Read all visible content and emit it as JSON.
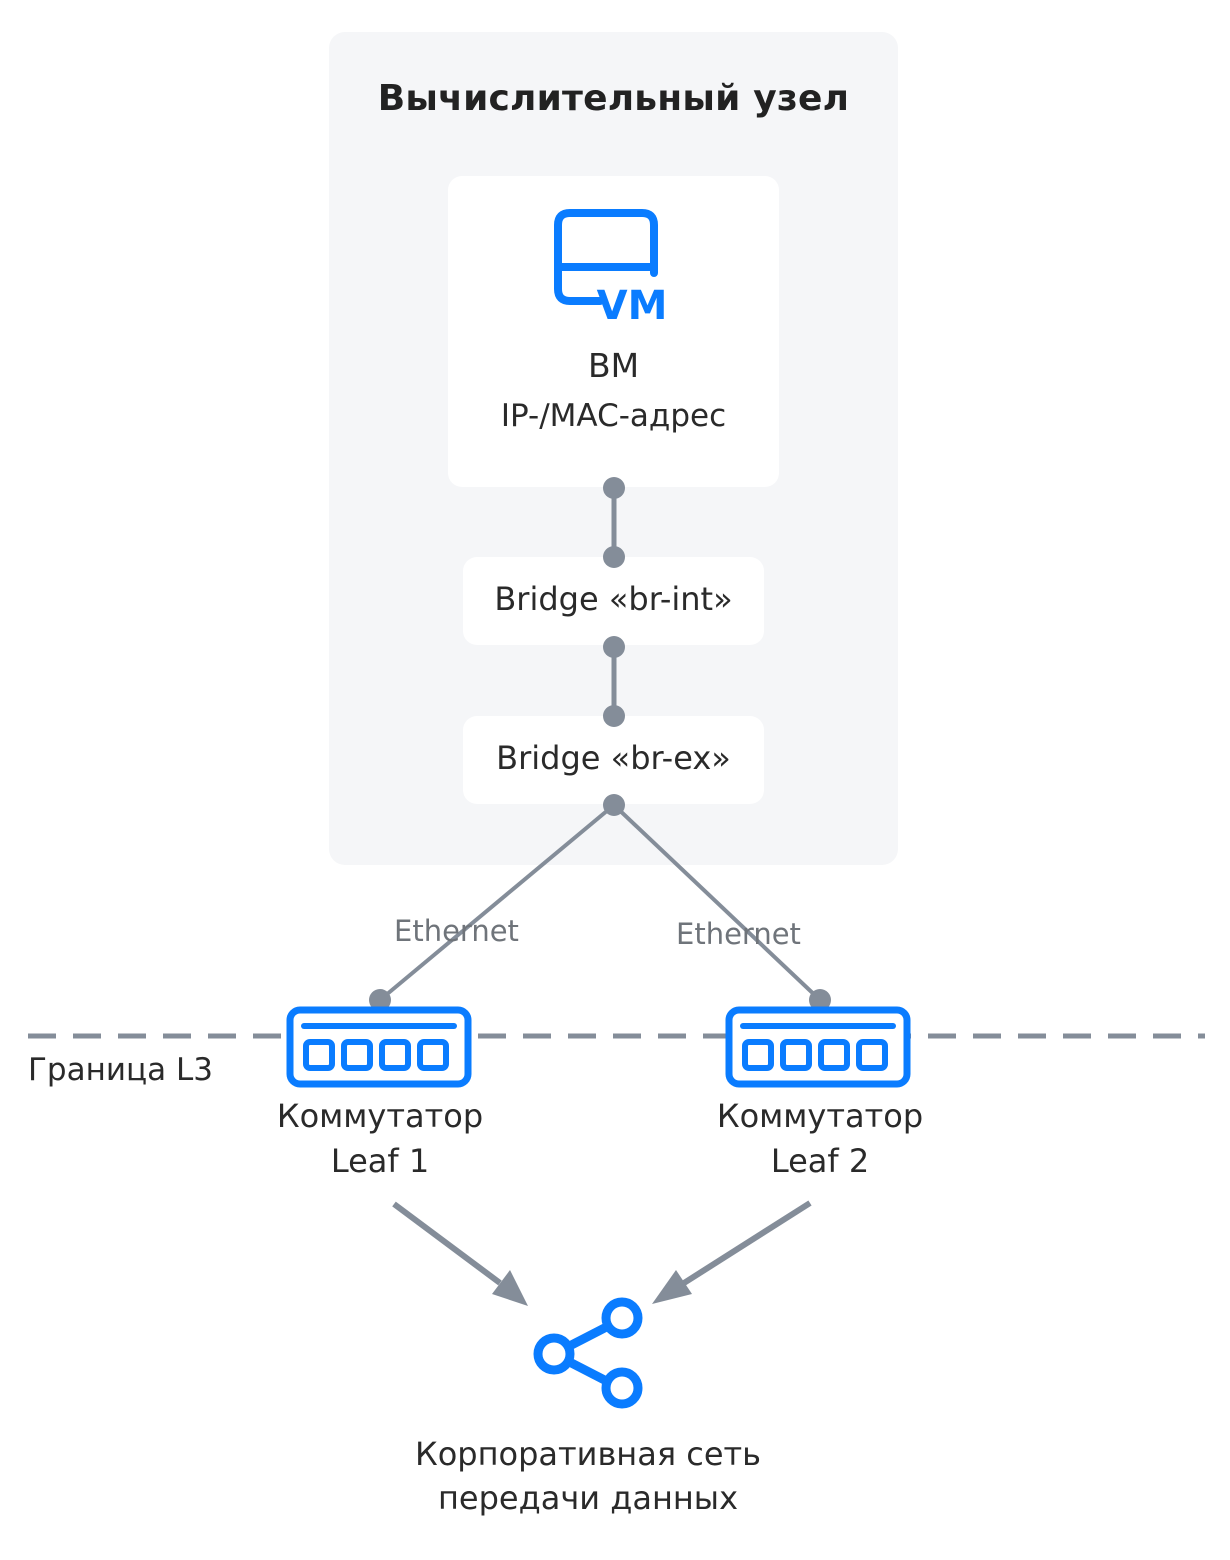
{
  "compute_node": {
    "title": "Вычислительный узел",
    "vm": {
      "name": "ВМ",
      "address": "IP-/MAC-адрес",
      "icon": "vm-icon",
      "icon_text": "VM"
    },
    "bridge_int": "Bridge «br-int»",
    "bridge_ex": "Bridge «br-ex»"
  },
  "links": {
    "left": "Ethernet",
    "right": "Ethernet"
  },
  "l3_boundary": "Граница L3",
  "switches": [
    {
      "line1": "Коммутатор",
      "line2": "Leaf 1",
      "icon": "switch-icon"
    },
    {
      "line1": "Коммутатор",
      "line2": "Leaf 2",
      "icon": "switch-icon"
    }
  ],
  "corporate_network": {
    "line1": "Корпоративная сеть",
    "line2": "передачи данных",
    "icon": "network-share-icon"
  },
  "colors": {
    "accent": "#0a7cff",
    "connector": "#848d99",
    "panel": "#f5f6f8",
    "card": "#ffffff"
  }
}
